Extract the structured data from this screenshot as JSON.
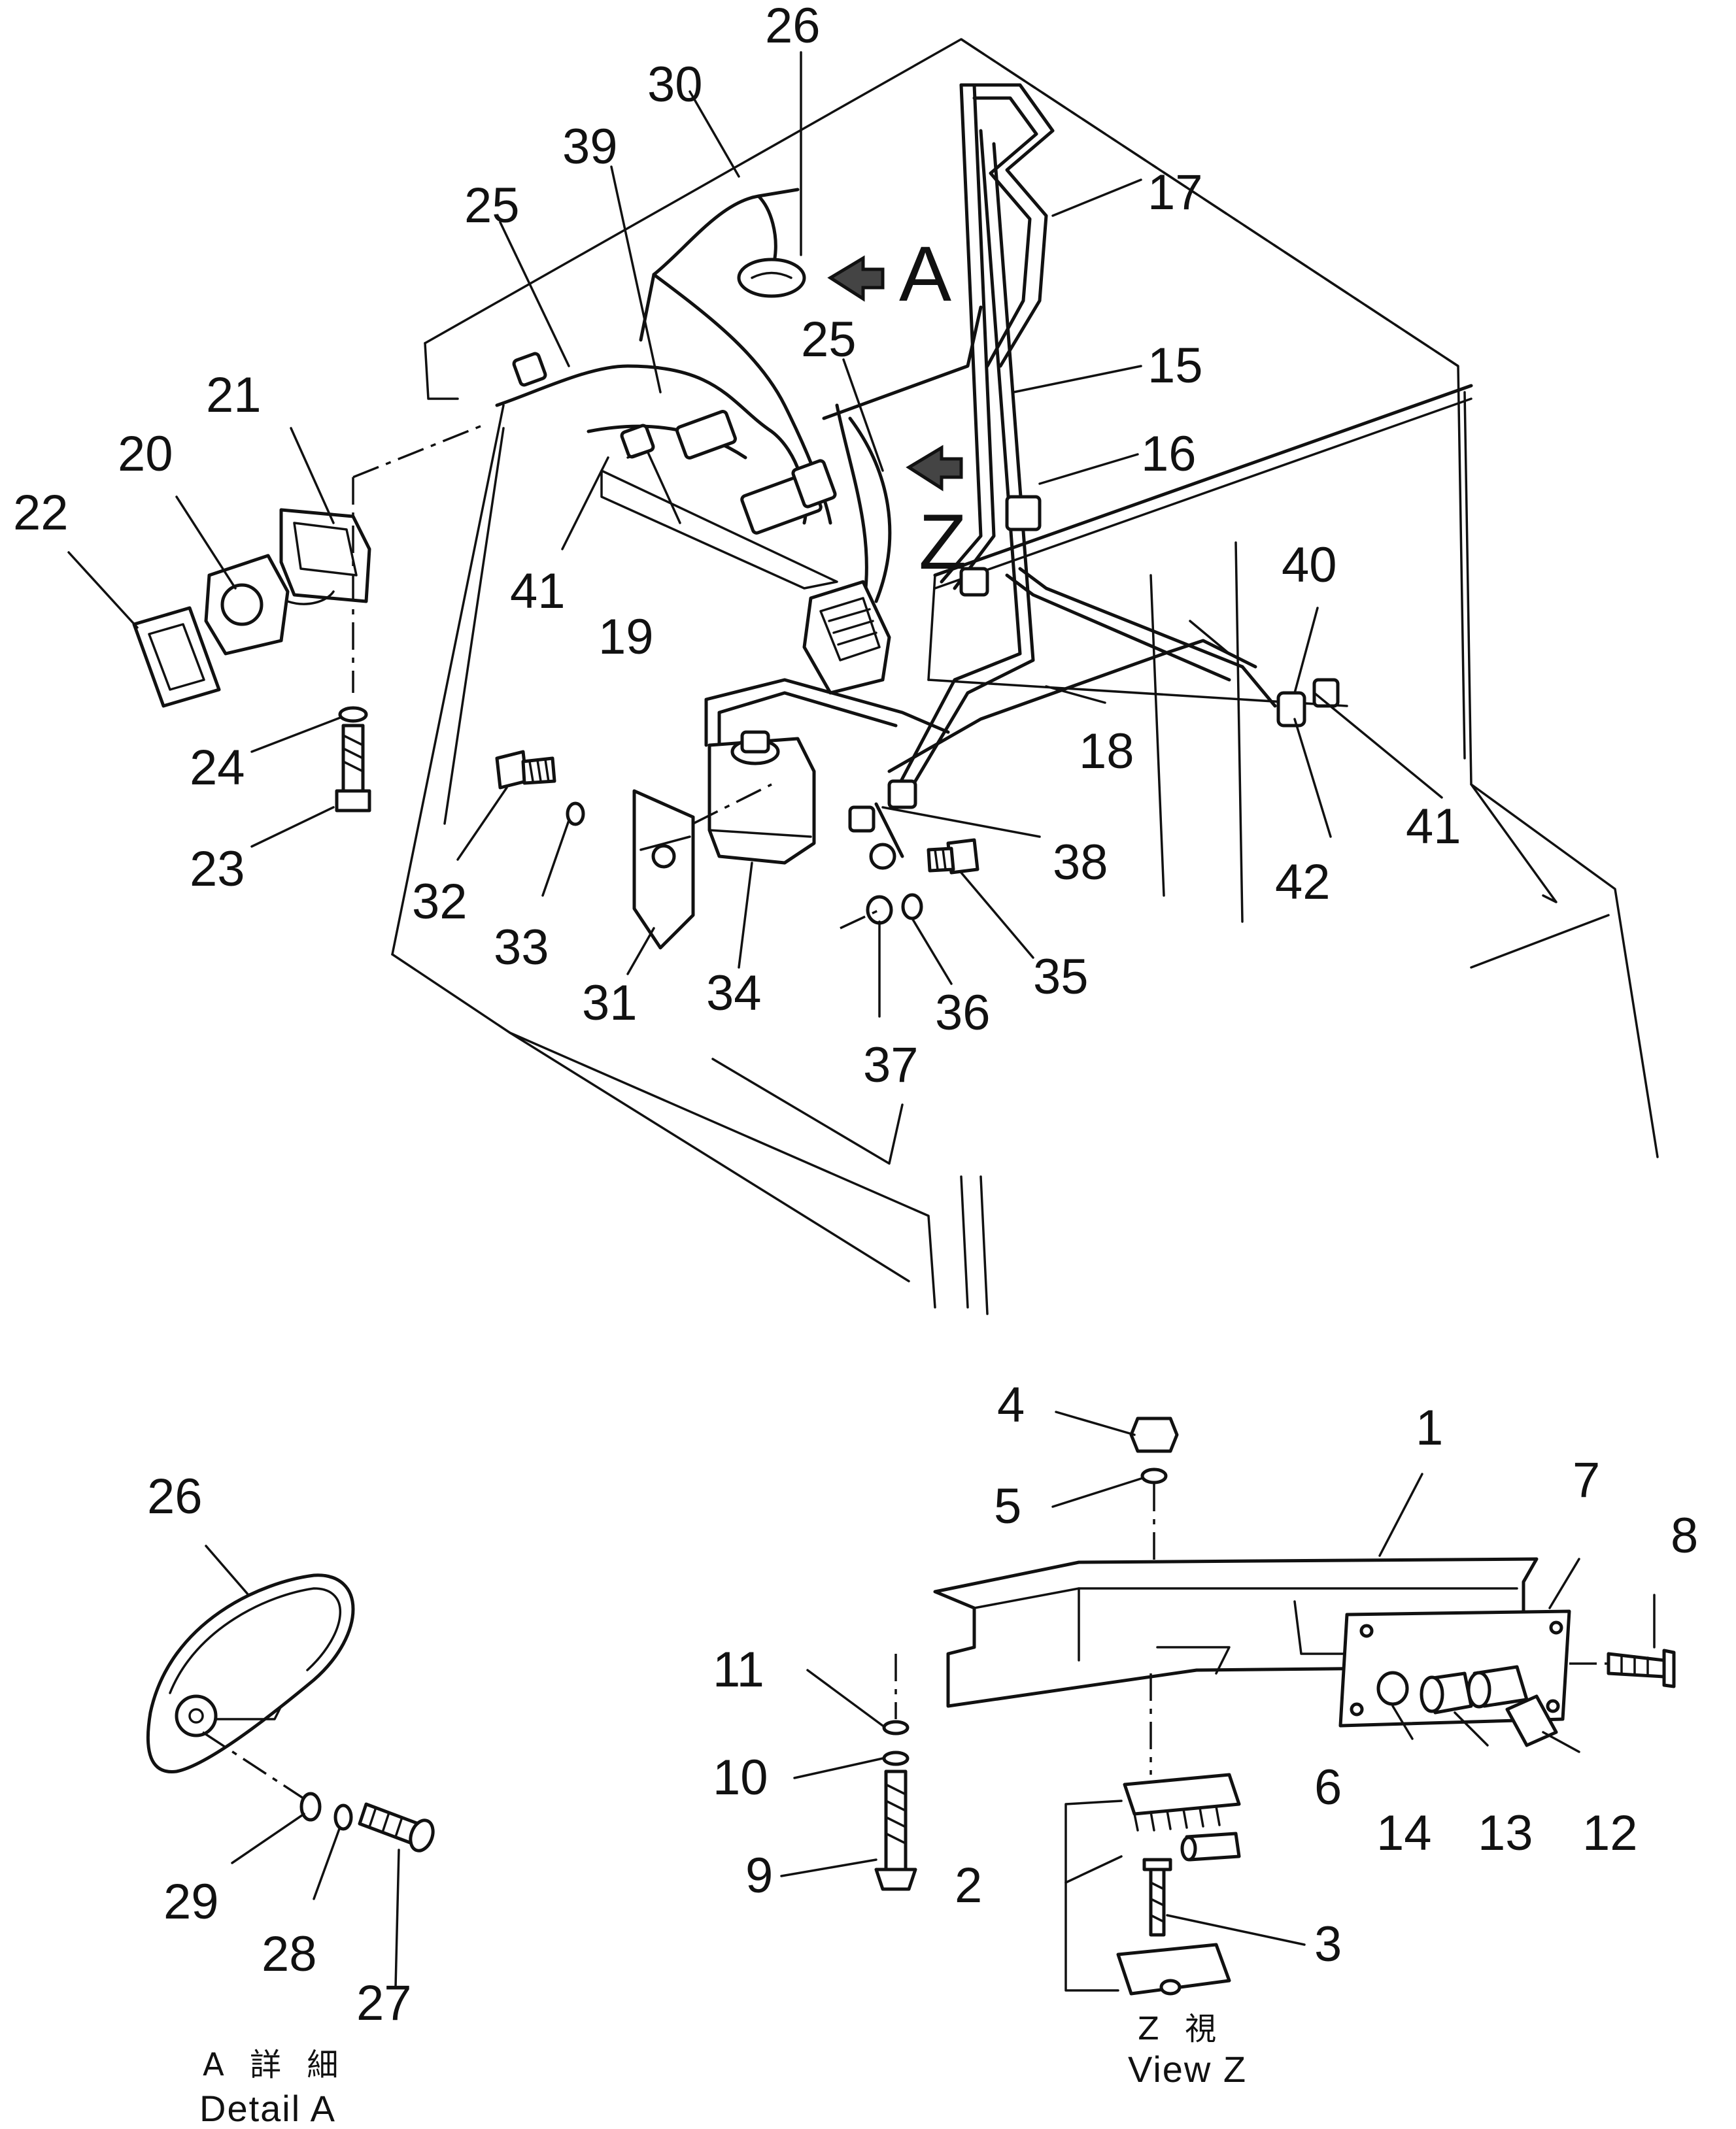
{
  "callouts": {
    "c1": "1",
    "c2": "2",
    "c3": "3",
    "c4": "4",
    "c5": "5",
    "c6": "6",
    "c7": "7",
    "c8": "8",
    "c9": "9",
    "c10": "10",
    "c11": "11",
    "c12": "12",
    "c13": "13",
    "c14": "14",
    "c15": "15",
    "c16": "16",
    "c17": "17",
    "c18": "18",
    "c19": "19",
    "c20": "20",
    "c21": "21",
    "c22": "22",
    "c23": "23",
    "c24": "24",
    "c25a": "25",
    "c25b": "25",
    "c26a": "26",
    "c26b": "26",
    "c27": "27",
    "c28": "28",
    "c29": "29",
    "c30": "30",
    "c31": "31",
    "c32": "32",
    "c33": "33",
    "c34": "34",
    "c35": "35",
    "c36": "36",
    "c37": "37",
    "c38": "38",
    "c39": "39",
    "c40": "40",
    "c41a": "41",
    "c41b": "41",
    "c42": "42"
  },
  "view_markers": {
    "arrow_a": "A",
    "arrow_z": "Z"
  },
  "captions": {
    "detail_a_jp": "A 詳 細",
    "detail_a_en": "Detail A",
    "view_z_jp": "Z 視",
    "view_z_en": "View Z"
  }
}
